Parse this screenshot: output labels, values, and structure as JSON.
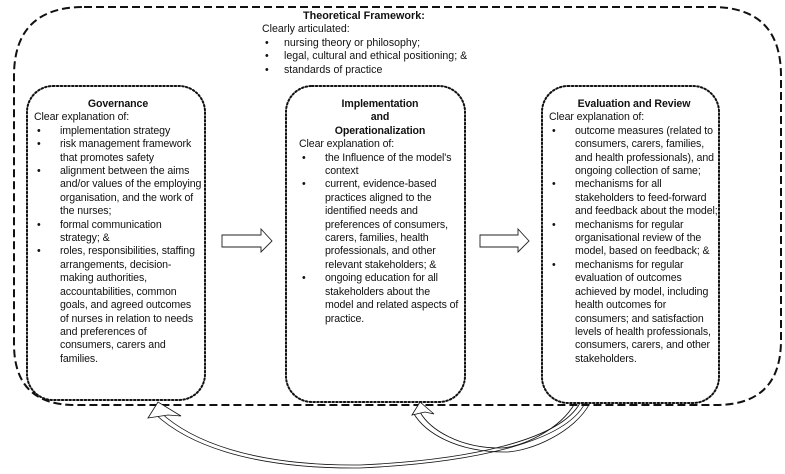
{
  "theoretical_framework": {
    "title": "Theoretical Framework:",
    "intro": "Clearly articulated:",
    "items": [
      "nursing theory or philosophy;",
      "legal, cultural and ethical positioning; &",
      "standards of practice"
    ]
  },
  "boxes": [
    {
      "title": "Governance",
      "intro": "Clear explanation of:",
      "items": [
        "implementation strategy",
        "risk management framework that promotes safety",
        "alignment between the aims and/or values of the employing organisation, and the work of the nurses;",
        "formal communication strategy; &",
        "roles, responsibilities, staffing arrangements, decision-making authorities, accountabilities, common goals, and agreed outcomes of nurses in relation to needs and preferences of consumers, carers and families."
      ]
    },
    {
      "title_lines": [
        "Implementation",
        "and",
        "Operationalization"
      ],
      "intro": "Clear explanation of:",
      "items": [
        "the Influence of the model's context",
        "current, evidence-based practices aligned to the identified needs and preferences of consumers, carers, families, health professionals, and other relevant stakeholders; &",
        "ongoing education for all stakeholders about the model and related aspects of practice."
      ]
    },
    {
      "title": "Evaluation and Review",
      "intro": "Clear explanation of:",
      "items": [
        "outcome measures (related to consumers, carers, families, and health professionals), and ongoing collection of same;",
        "mechanisms for all stakeholders to feed-forward and feedback about the model;",
        "mechanisms for regular organisational review of the model, based on feedback;  &",
        "mechanisms for regular evaluation of outcomes achieved by model, including health outcomes for consumers; and satisfaction levels of health professionals, consumers, carers, and other stakeholders."
      ]
    }
  ],
  "bullet_glyph": "•",
  "icons": {
    "flow_arrow": "right-block-arrow",
    "feedback_arrow": "curved-return-arrow"
  }
}
